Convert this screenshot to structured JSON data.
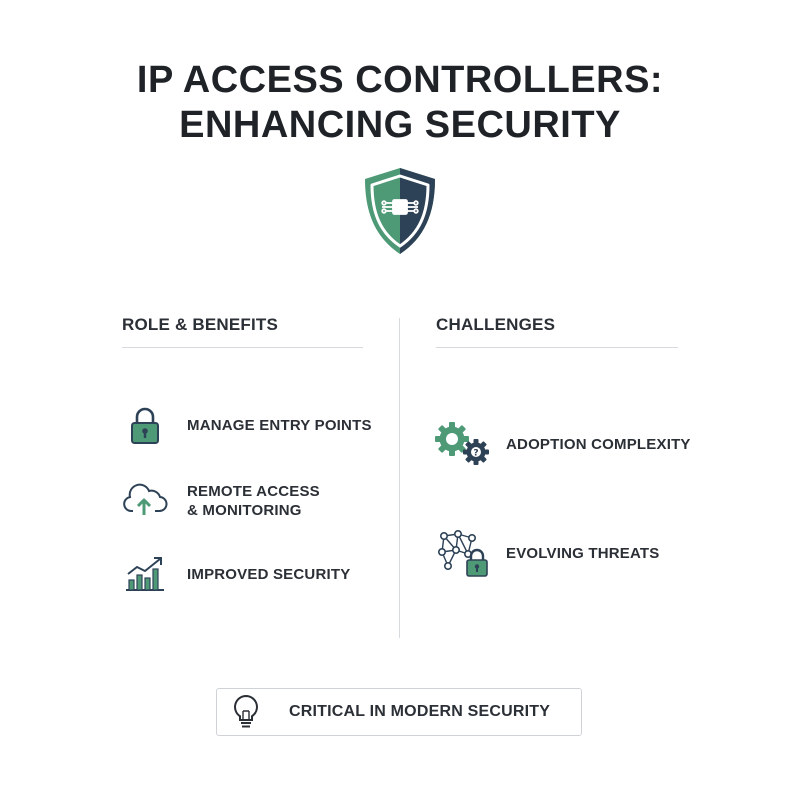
{
  "title": {
    "line1": "IP ACCESS CONTROLLERS:",
    "line2": "ENHANCING SECURITY"
  },
  "hero_icon": "shield-circuit-icon",
  "colors": {
    "green": "#4e9a76",
    "navy": "#2e4257",
    "text": "#2b2f36",
    "rule": "#d6d9dd"
  },
  "left_column": {
    "heading": "ROLE & BENEFITS",
    "items": [
      {
        "icon": "padlock-icon",
        "line1": "MANAGE ENTRY POINTS",
        "line2": ""
      },
      {
        "icon": "cloud-upload-icon",
        "line1": "REMOTE ACCESS",
        "line2": "& MONITORING"
      },
      {
        "icon": "growth-chart-icon",
        "line1": "IMPROVED SECURITY",
        "line2": ""
      }
    ]
  },
  "right_column": {
    "heading": "CHALLENGES",
    "items": [
      {
        "icon": "gears-icon",
        "line1": "ADOPTION COMPLEXITY",
        "line2": ""
      },
      {
        "icon": "network-lock-icon",
        "line1": "EVOLVING THREATS",
        "line2": ""
      }
    ]
  },
  "callout": {
    "icon": "lightbulb-icon",
    "text": "CRITICAL IN MODERN SECURITY"
  }
}
